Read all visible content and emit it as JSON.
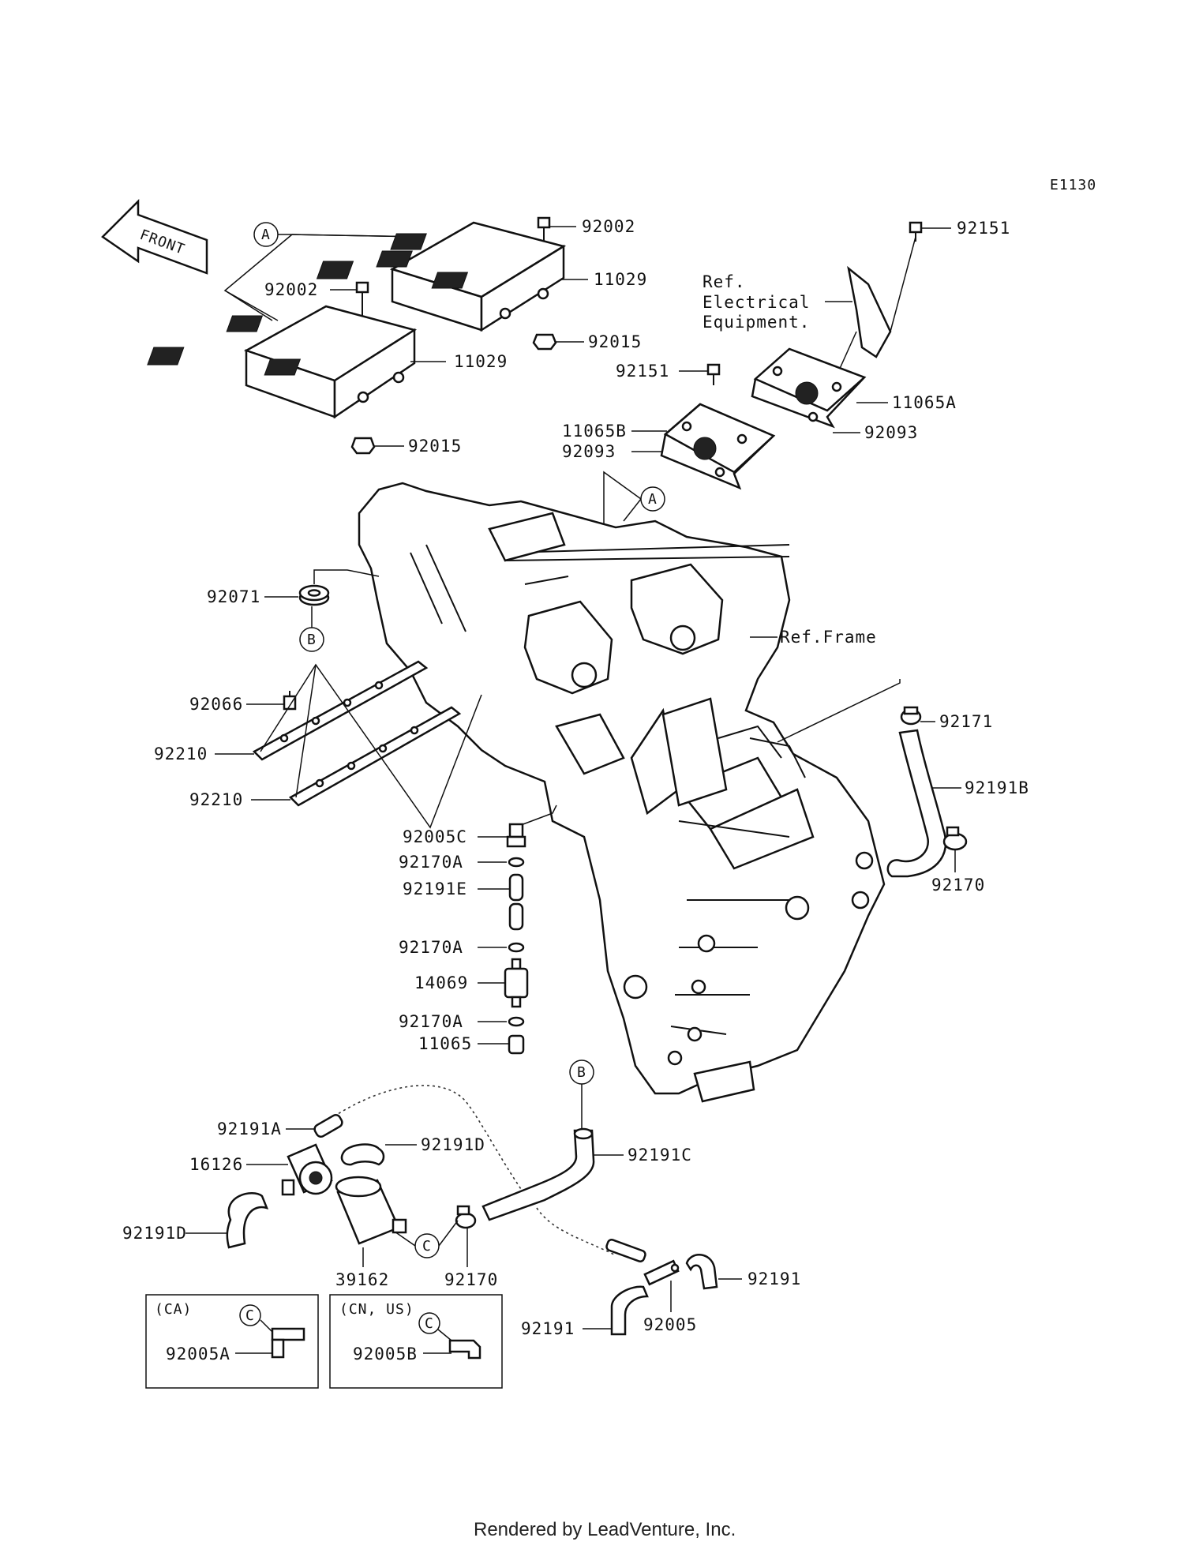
{
  "diagram_code": "E1130",
  "front_label": "FRONT",
  "footer": "Rendered by LeadVenture, Inc.",
  "references": {
    "electrical_line1": "Ref.",
    "electrical_line2": "Electrical",
    "electrical_line3": "Equipment.",
    "frame": "Ref.Frame"
  },
  "callouts": {
    "a": "A",
    "b": "B",
    "c": "C"
  },
  "variant_boxes": {
    "ca": {
      "title": "(CA)",
      "part": "92005A"
    },
    "cn_us": {
      "title": "(CN, US)",
      "part": "92005B"
    }
  },
  "part_labels": {
    "p92002_top": "92002",
    "p11029_top": "11029",
    "p92015_top": "92015",
    "p92002_left": "92002",
    "p11029_left": "11029",
    "p92015_left": "92015",
    "p92151_top": "92151",
    "p92151_mid": "92151",
    "p11065A": "11065A",
    "p92093_right": "92093",
    "p11065B": "11065B",
    "p92093_left": "92093",
    "p92071": "92071",
    "p92066": "92066",
    "p92210_a": "92210",
    "p92210_b": "92210",
    "p92171": "92171",
    "p92191B": "92191B",
    "p92170_right": "92170",
    "p92005C": "92005C",
    "p92170A_1": "92170A",
    "p92191E": "92191E",
    "p92170A_2": "92170A",
    "p14069": "14069",
    "p92170A_3": "92170A",
    "p11065": "11065",
    "p92191A": "92191A",
    "p92191D_top": "92191D",
    "p16126": "16126",
    "p92191C": "92191C",
    "p92191D_left": "92191D",
    "p39162": "39162",
    "p92170_bottom": "92170",
    "p92191_right": "92191",
    "p92191_left": "92191",
    "p92005": "92005"
  }
}
